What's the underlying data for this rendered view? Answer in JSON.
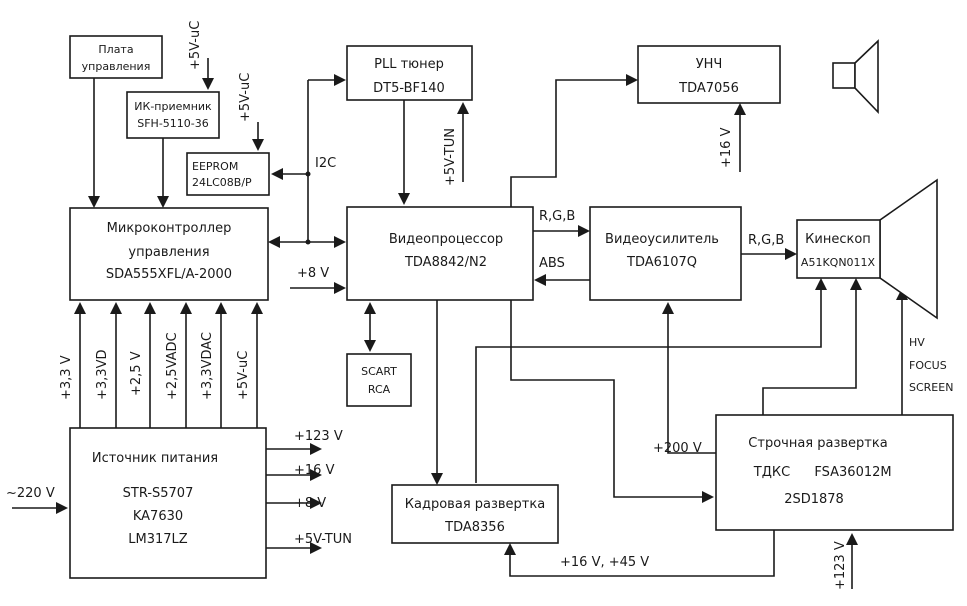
{
  "blocks": {
    "control_board": [
      "Плата",
      "управления"
    ],
    "ir_receiver": [
      "ИК-приемник",
      "SFH-5110-36"
    ],
    "eeprom": [
      "EEPROM",
      "24LC08B/P"
    ],
    "mcu": [
      "Микроконтроллер",
      "управления",
      "SDA555XFL/A-2000"
    ],
    "power": [
      "Источник питания",
      "STR-S5707",
      "KA7630",
      "LM317LZ"
    ],
    "pll_tuner": [
      "PLL тюнер",
      "DT5-BF140"
    ],
    "video_processor": [
      "Видеопроцессор",
      "TDA8842/N2"
    ],
    "scart": [
      "SCART",
      "RCA"
    ],
    "frame_scan": [
      "Кадровая развертка",
      "TDA8356"
    ],
    "audio_amp": [
      "УНЧ",
      "TDA7056"
    ],
    "video_amp": [
      "Видеоусилитель",
      "TDA6107Q"
    ],
    "crt": [
      "Кинескоп",
      "A51KQN011X"
    ],
    "line_scan": [
      "Строчная развертка",
      "ТДКС",
      "FSA36012M",
      "2SD1878"
    ]
  },
  "labels": {
    "v5uc_top": "+5V-uC",
    "v5uc_eeprom": "+5V-uC",
    "i2c": "I2C",
    "v5tun_tuner": "+5V-TUN",
    "v16_audio": "+16 V",
    "rgb_1": "R,G,B",
    "abs": "ABS",
    "rgb_2": "R,G,B",
    "v8_in": "+8 V",
    "rail_33": "+3,3 V",
    "rail_33vd": "+3,3VD",
    "rail_25": "+2,5 V",
    "rail_25vadc": "+2,5VADC",
    "rail_33vdac": "+3,3VDAC",
    "rail_5uc": "+5V-uC",
    "ac_in": "~220 V",
    "out_123": "+123 V",
    "out_16": "+16 V",
    "out_8": "+8 V",
    "out_5tun": "+5V-TUN",
    "hv": "HV",
    "focus": "FOCUS",
    "screen": "SCREEN",
    "v200": "+200 V",
    "frame_supply": "+16 V, +45 V",
    "v123_line": "+123 V"
  }
}
